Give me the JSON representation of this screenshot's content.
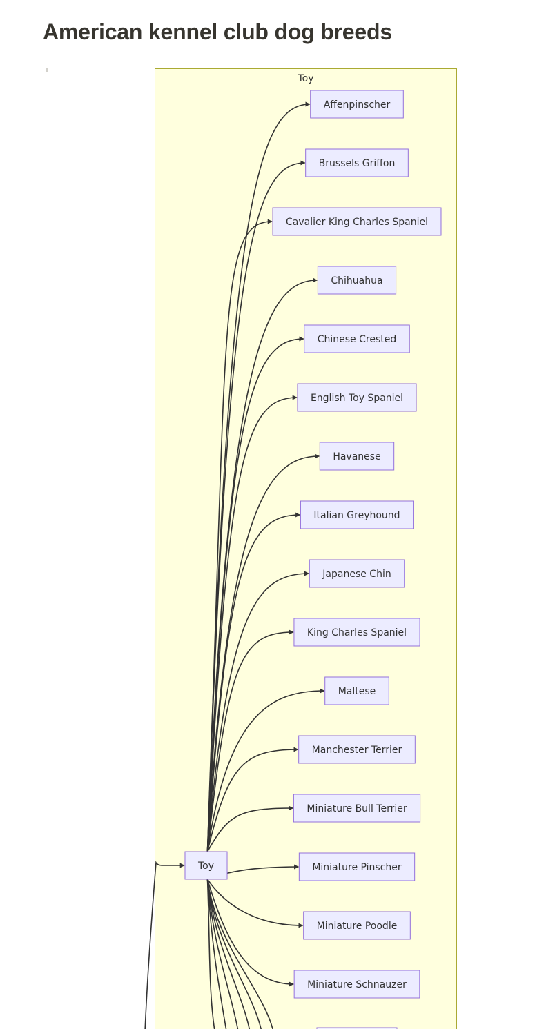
{
  "page": {
    "title": "American kennel club dog breeds"
  },
  "diagram": {
    "colors": {
      "cluster_fill": "#ffffde",
      "cluster_stroke": "#aaaa33",
      "node_fill": "#ececff",
      "node_stroke": "#9370db",
      "edge": "#333333"
    },
    "cluster": {
      "label": "Toy"
    },
    "hub": {
      "label": "Toy"
    },
    "breeds": [
      "Affenpinscher",
      "Brussels Griffon",
      "Cavalier King Charles Spaniel",
      "Chihuahua",
      "Chinese Crested",
      "English Toy Spaniel",
      "Havanese",
      "Italian Greyhound",
      "Japanese Chin",
      "King Charles Spaniel",
      "Maltese",
      "Manchester Terrier",
      "Miniature Bull Terrier",
      "Miniature Pinscher",
      "Miniature Poodle",
      "Miniature Schnauzer"
    ]
  }
}
